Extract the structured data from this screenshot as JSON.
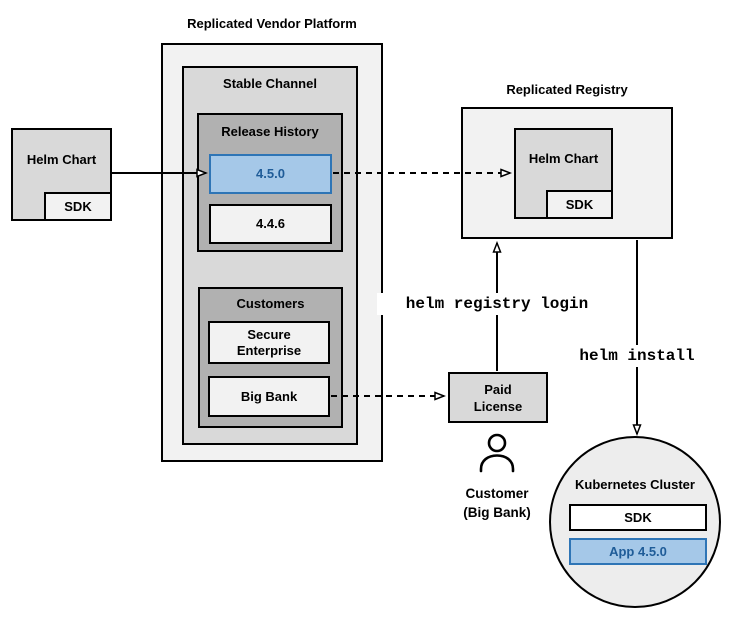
{
  "colors": {
    "outer_container_fill": "#f2f2f2",
    "mid_container_fill": "#d9d9d9",
    "inner_container_fill": "#b1b1b1",
    "highlight_blue_fill": "#a5c8e8",
    "highlight_blue_border": "#2e75b6",
    "highlight_blue_text": "#1f5c98",
    "line_color": "#000000",
    "cluster_fill": "#ededed"
  },
  "helm_chart_source": {
    "label": "Helm Chart",
    "sdk_label": "SDK"
  },
  "vendor_platform": {
    "title": "Replicated Vendor Platform",
    "stable_channel": {
      "label": "Stable Channel",
      "release_history": {
        "label": "Release History",
        "releases": [
          {
            "version": "4.5.0",
            "highlighted": true
          },
          {
            "version": "4.4.6",
            "highlighted": false
          }
        ]
      },
      "customers": {
        "label": "Customers",
        "items": [
          "Secure\nEnterprise",
          "Big Bank"
        ]
      }
    }
  },
  "registry": {
    "title": "Replicated Registry",
    "helm_chart_label": "Helm Chart",
    "sdk_label": "SDK"
  },
  "paid_license": {
    "label": "Paid\nLicense"
  },
  "customer": {
    "caption": "Customer\n(Big Bank)"
  },
  "commands": {
    "registry_login": "helm registry login",
    "install": "helm install"
  },
  "kubernetes": {
    "title": "Kubernetes Cluster",
    "sdk_label": "SDK",
    "app_label": "App 4.5.0"
  }
}
